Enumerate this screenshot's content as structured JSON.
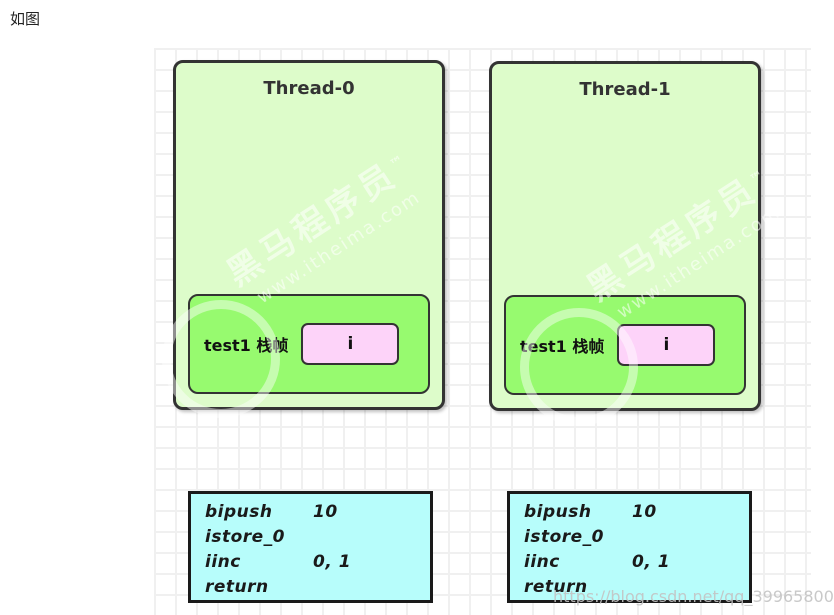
{
  "caption": "如图",
  "threads": [
    {
      "title": "Thread-0",
      "frame_label": "test1 栈帧",
      "local_var": "i",
      "code": [
        {
          "op": "bipush",
          "arg": "10"
        },
        {
          "op": "istore_0",
          "arg": ""
        },
        {
          "op": "iinc",
          "arg": "0, 1"
        },
        {
          "op": "return",
          "arg": ""
        }
      ]
    },
    {
      "title": "Thread-1",
      "frame_label": "test1 栈帧",
      "local_var": "i",
      "code": [
        {
          "op": "bipush",
          "arg": "10"
        },
        {
          "op": "istore_0",
          "arg": ""
        },
        {
          "op": "iinc",
          "arg": "0, 1"
        },
        {
          "op": "return",
          "arg": ""
        }
      ]
    }
  ],
  "watermarks": {
    "brand": "黑马程序员",
    "trademark": "™",
    "site": "www.itheima.com",
    "csdn_url": "https://blog.csdn.net/qq_39965800"
  },
  "colors": {
    "thread_box_fill": "#ddfcca",
    "stack_frame_fill": "#97fa6f",
    "slot_fill": "#fdd3f9",
    "code_box_fill": "#b7fdfb",
    "border": "#333333",
    "grid_line": "#f0f0f0"
  }
}
